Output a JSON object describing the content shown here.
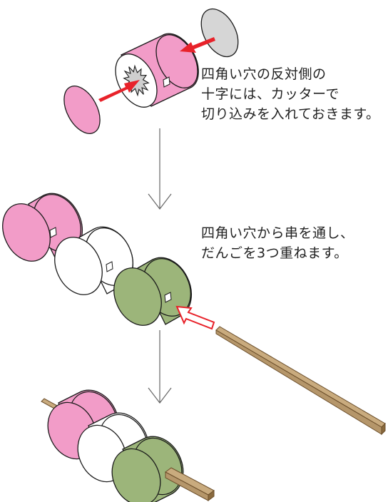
{
  "captions": {
    "step1": [
      "四角い穴の反対側の",
      "十字には、カッターで",
      "切り込みを入れておきます。"
    ],
    "step2": [
      "四角い穴から串を通し、",
      "だんごを3つ重ねます。"
    ]
  },
  "colors": {
    "pink": "#f29cc8",
    "green": "#9cb57a",
    "white": "#ffffff",
    "gray_cap": "#d6d6d6",
    "stick": "#c9ab7e",
    "stick_dark": "#8a6a3e",
    "red_arrow": "#e8222a",
    "outline": "#1a1a1a"
  },
  "icons": {
    "step_arrow": "down-arrow-icon",
    "insert_arrow": "hollow-red-arrow-icon",
    "push_arrow": "solid-red-arrow-icon"
  }
}
